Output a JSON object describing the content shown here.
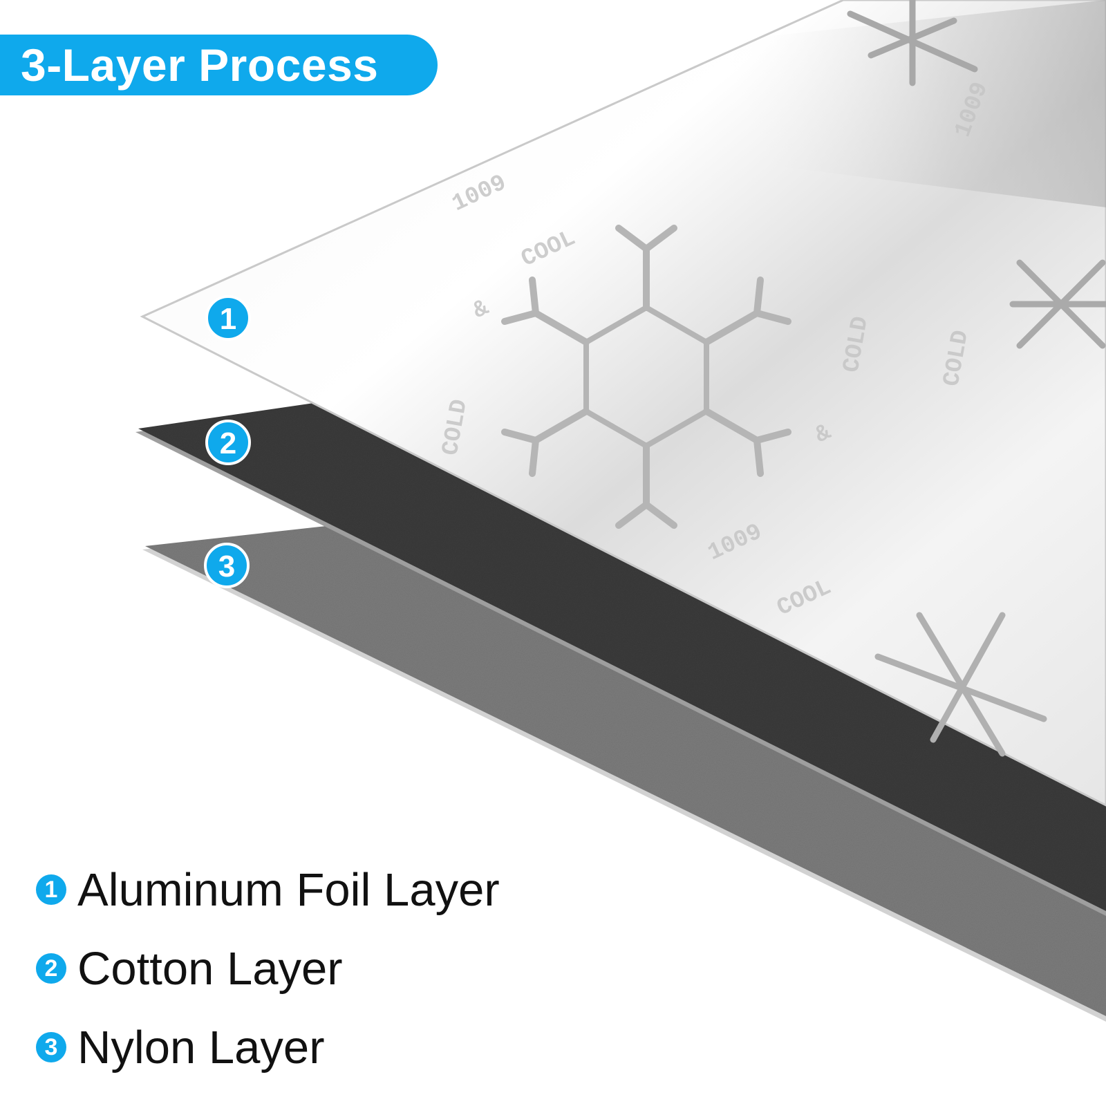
{
  "title": "3-Layer Process",
  "accent_color": "#0fa9ec",
  "layers": [
    {
      "number": "1",
      "label": "Aluminum Foil Layer",
      "color": "#e9e9e9",
      "icon": "aluminum-foil-sheet"
    },
    {
      "number": "2",
      "label": "Cotton Layer",
      "color": "#3b3b3b",
      "icon": "cotton-sheet"
    },
    {
      "number": "3",
      "label": "Nylon Layer",
      "color": "#7c7c7c",
      "icon": "nylon-sheet"
    }
  ],
  "foil_emboss_text": [
    "1009",
    "COOL",
    "&",
    "COLD"
  ]
}
